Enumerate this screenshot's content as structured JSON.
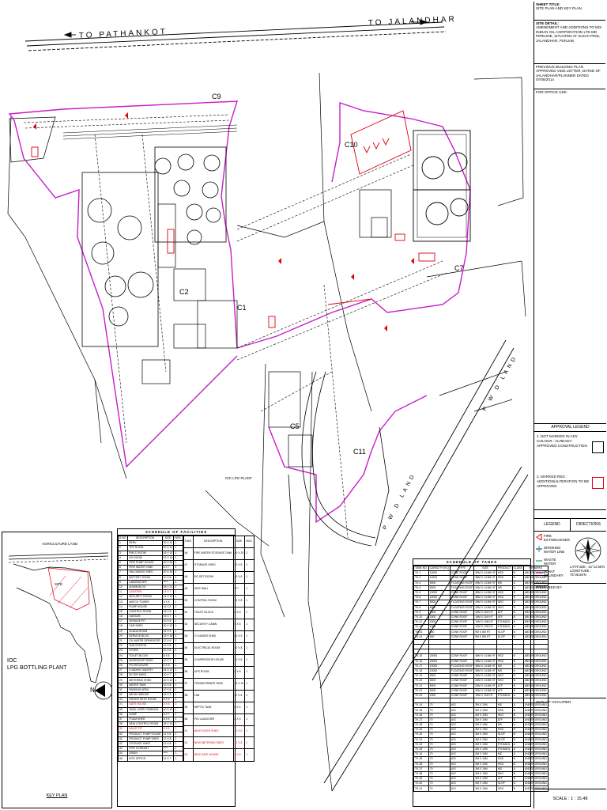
{
  "roads": {
    "top_left": "TO PATHANKOT",
    "top_right": "TO JALANDHAR",
    "pwd_land_right": "P W D LAND",
    "pwd_land_lower": "P W D LAND",
    "lpg_plant": "IOC LPG PLANT"
  },
  "labels": {
    "c1": "C1",
    "c2": "C2",
    "c5": "C5",
    "c7": "C7",
    "c9": "C9",
    "c10": "C10",
    "c11": "C11"
  },
  "title_block": {
    "sheet_title_label": "SHEET TITLE:",
    "sheet_title": "SITE PLAN AND KEY PLAN",
    "site_detail_label": "SITE DETAIL:",
    "site_detail": "AMENDMENT AND ADDITIONS TO M/S INDIAN OIL CORPORATION LTD MD PIPELINE, SITUATED AT SUCHI PIND, JALANDHAR, PUNJAB",
    "previous_plan": "PREVIOUS BUILDING PLAN APPROVED VIDE LETTER, DATED OF JALANDHAR/PLANNER DATED 07/08/2014",
    "office_use": "FOR OFFICE USE:",
    "approval_legend": "APPROVAL LEGEND",
    "approval_1": "1.  NOT MARKED IN ANY COLOUR : ALREADY APPROVED CONSTRUCTION",
    "approval_2": "2.  MARKED RED : ADDITION/ALTERATION TO BE APPROVED",
    "legend": "LEGEND",
    "directions": "DIRECTIONS",
    "legend_items": [
      "FIRE EXTINGUISHER",
      "DRINKING WATER LINE",
      "WASTE WATER",
      "PLANT BOUNDARY"
    ],
    "latitude": "LATITUDE : 31°12.55'N",
    "longitude": "LONGITUDE : 75°35.56'N",
    "prepared_by": "PREPARED BY:",
    "sign_occupier": "SIGN OF OCCUPIER",
    "scale": "SCALE  :  1 : 15,48"
  },
  "keyplan": {
    "title": "KEY PLAN",
    "agriculture": "AGRICULTURE LAND",
    "site": "SITE",
    "ioc": "IOC",
    "lpg": "LPG  BOTTLING  PLANT",
    "north": "N"
  },
  "schedule_facilities": {
    "caption": "SCHEDULE OF FACILITIES",
    "headers": [
      "S.NO.",
      "DESCRIPTION",
      "SIZE",
      "NOS."
    ],
    "rows": [
      [
        "1",
        "SERV",
        "20 X 12",
        "1"
      ],
      [
        "2",
        "TRF ROOM",
        "20 X 10",
        "1"
      ],
      [
        "3",
        "PMCC ROOM",
        "16 X 10",
        "1"
      ],
      [
        "4",
        "DG ROOM",
        "22 X 10",
        "1"
      ],
      [
        "5",
        "FIRE PUMP HOUSE",
        "40 X 30",
        "1"
      ],
      [
        "6",
        "FIRE WATER TANK",
        "8 X 7",
        "2"
      ],
      [
        "7",
        "UNLOADING SHED",
        "30 X 30",
        "1"
      ],
      [
        "8",
        "BATTERY ROOM",
        "10 X 8",
        "1"
      ],
      [
        "9",
        "LABORATORY",
        "****",
        "1"
      ],
      [
        "10",
        "ADMIN BLDG",
        "35 X 21",
        "1"
      ],
      [
        "11",
        "CANTEEN",
        "14 X 7",
        "1"
      ],
      [
        "12",
        "SECURITY ROOM",
        "24 X 10",
        "1"
      ],
      [
        "13",
        "WATCH TOWER",
        "5 X 5",
        "1"
      ],
      [
        "14",
        "PUMP HOUSE",
        "16 X 8",
        "1"
      ],
      [
        "15",
        "CONTROL ROOM",
        "16 X 6",
        "1"
      ],
      [
        "16",
        "GARAGE",
        "15 X 7",
        "1"
      ],
      [
        "17",
        "SEWAGE PIT",
        "10 X 6",
        "1"
      ],
      [
        "18",
        "CAR SHED",
        "30 X 12",
        "1"
      ],
      [
        "19",
        "SCADA ROOM",
        "14 X 9",
        "1"
      ],
      [
        "20",
        "SERVICE BLDG",
        "22 X 16",
        "1"
      ],
      [
        "21",
        "OIL WATER SEPARATOR",
        "12 X 6",
        "1"
      ],
      [
        "22",
        "SUB STATION",
        "10 X 8",
        "1"
      ],
      [
        "23",
        "STORE",
        "10 X 8",
        "1"
      ],
      [
        "24",
        "TOILET BLOCK",
        "8 X 5",
        "1"
      ],
      [
        "25",
        "WORKSHOP SHED",
        "10 X 7",
        "1"
      ],
      [
        "26",
        "PIG RECEIVER",
        "8 X 5",
        "1"
      ],
      [
        "27",
        "LOADING GANTRY",
        "44 X 11",
        "1"
      ],
      [
        "28",
        "FILTER SHED",
        "10 X 7",
        "1"
      ],
      [
        "29",
        "METERING SHED",
        "20 X 20",
        "1"
      ],
      [
        "30",
        "WATER TANK",
        "12 X 8",
        "1"
      ],
      [
        "31",
        "PARKING AREA",
        "10 X 8",
        "1"
      ],
      [
        "32",
        "WEIGH BRIDGE",
        "18 X 3",
        "1"
      ],
      [
        "33",
        "DRIVER REST ROOM",
        "8 X 5",
        "1"
      ],
      [
        "34",
        "GATE HOUSE",
        "8 X 5",
        "1"
      ],
      [
        "35",
        "TANK LORRY PARKING",
        "40 X 10",
        "1"
      ],
      [
        "36",
        "SUMP",
        "8 X 7",
        "1"
      ],
      [
        "37",
        "FOAM SHED",
        "8 X 5",
        "1"
      ],
      [
        "38",
        "NEW CONTROL ROOM",
        "26 X 14",
        "1"
      ],
      [
        "39",
        "VALVE PIT",
        "5 X 5",
        "1"
      ],
      [
        "40",
        "PRODUCT PUMP HOUSE",
        "12 X 8",
        "1"
      ],
      [
        "41",
        "PRODUCT PUMP SHED",
        "12 X 8",
        "1"
      ],
      [
        "42",
        "STORAGE SHED",
        "12 X 8",
        "1"
      ],
      [
        "43",
        "FIRE HYDRANT",
        "****",
        "1"
      ],
      [
        "44",
        "DRAIN",
        "****",
        "1"
      ],
      [
        "45",
        "SITE OFFICE",
        "12 X 7",
        "1"
      ]
    ],
    "red_rows": [
      10,
      33,
      38
    ],
    "rows2": [
      [
        "46",
        "FIRE WATER STORAGE TANK",
        "20 X 20",
        "2"
      ],
      [
        "47",
        "STORAGE SHED",
        "10 X 6",
        "1"
      ],
      [
        "48",
        "DG SET ROOM",
        "10 X 6",
        "1"
      ],
      [
        "49",
        "DIKE WALL",
        "****",
        "1"
      ],
      [
        "50",
        "CONTROL ROOM",
        "12 X 8",
        "1"
      ],
      [
        "51",
        "TOILET BLOCK",
        "8 X 5",
        "1"
      ],
      [
        "52",
        "SECURITY CABIN",
        "5 X 5",
        "1"
      ],
      [
        "53",
        "CYLINDER SHED",
        "20 X 9",
        "1"
      ],
      [
        "54",
        "ELECTRICAL ROOM",
        "10 X 8",
        "1"
      ],
      [
        "55",
        "COMPRESSOR HOUSE",
        "12 X 8",
        "1"
      ],
      [
        "56",
        "UPS ROOM",
        "8 X 6",
        "1"
      ],
      [
        "57",
        "TRANSFORMER YARD",
        "16 X 10",
        "1"
      ],
      [
        "58",
        "LAB",
        "10 X 6",
        "1"
      ],
      [
        "59",
        "SEPTIC TANK",
        "8 X 4",
        "1"
      ],
      [
        "60",
        "PIG LAUNCHER",
        "8 X 5",
        "1"
      ],
      [
        "61",
        "NEW FILTER SHED",
        "10 X 6",
        "1"
      ],
      [
        "62",
        "NEW METERING SHED",
        "12 X 8",
        "1"
      ],
      [
        "63",
        "NEW GATE HOUSE",
        "8 X 5",
        "1"
      ]
    ],
    "red_rows2": [
      15,
      16,
      17
    ]
  },
  "schedule_tanks": {
    "caption": "SCHEDULE OF TANKS",
    "headers": [
      "TANK NO.",
      "CAPACITY (KL)",
      "TYPE",
      "SIZE",
      "PRODUCT",
      "CLASS",
      "REMARKS"
    ],
    "rows": [
      [
        "TK-1",
        "10000",
        "CONE ROOF",
        "38M X 14.5M HT",
        "HSD",
        "B",
        "ABOVE GROUND"
      ],
      [
        "TK-2",
        "10000",
        "CONE ROOF",
        "38M X 14.5M HT",
        "HSD",
        "B",
        "ABOVE GROUND"
      ],
      [
        "TK-3",
        "5000",
        "FLOATING ROOF",
        "26M X 14.5M HT",
        "MS",
        "A",
        "ABOVE GROUND"
      ],
      [
        "TK-4",
        "5000",
        "FLOATING ROOF",
        "26M X 14.5M HT",
        "MS",
        "A",
        "ABOVE GROUND"
      ],
      [
        "TK-5",
        "10000",
        "CONE ROOF",
        "38M X 14.5M HT",
        "HSD",
        "B",
        "ABOVE GROUND"
      ],
      [
        "TK-6",
        "10000",
        "CONE ROOF",
        "38M X 14.5M HT",
        "HSD",
        "B",
        "ABOVE GROUND"
      ],
      [
        "TK-7",
        "5000",
        "FLOATING ROOF",
        "26M X 14.5M HT",
        "SKO",
        "B",
        "ABOVE GROUND"
      ],
      [
        "TK-8",
        "5000",
        "FLOATING ROOF",
        "26M X 14.5M HT",
        "SKO",
        "B",
        "ABOVE GROUND"
      ],
      [
        "TK-9",
        "2000",
        "CONE ROOF",
        "16M X 11M HT",
        "ATF",
        "B",
        "ABOVE GROUND"
      ],
      [
        "TK-10",
        "2000",
        "CONE ROOF",
        "16M X 11M HT",
        "ATF",
        "B",
        "ABOVE GROUND"
      ],
      [
        "TK-11",
        "1500",
        "CONE ROOF",
        "14M X 10M HT",
        "ETHANOL",
        "A",
        "ABOVE GROUND"
      ],
      [
        "TK-12",
        "1500",
        "CONE ROOF",
        "14M X 10M HT",
        "ETHANOL",
        "A",
        "ABOVE GROUND"
      ],
      [
        "TK-13",
        "500",
        "CONE ROOF",
        "9M X 8M HT",
        "SLOP",
        "B",
        "ABOVE GROUND"
      ],
      [
        "TK-14",
        "500",
        "CONE ROOF",
        "9M X 8M HT",
        "SLOP",
        "B",
        "ABOVE GROUND"
      ],
      [
        "",
        "",
        "",
        "",
        "",
        "",
        ""
      ],
      [
        "",
        "",
        "",
        "",
        "",
        "",
        ""
      ],
      [
        "",
        "",
        "",
        "",
        "",
        "",
        ""
      ],
      [
        "TK-15",
        "20000",
        "CONE ROOF",
        "48M X 14.5M HT",
        "HSD",
        "B",
        "ABOVE GROUND"
      ],
      [
        "TK-16",
        "20000",
        "CONE ROOF",
        "48M X 14.5M HT",
        "HSD",
        "B",
        "ABOVE GROUND"
      ],
      [
        "TK-17",
        "10000",
        "FLOATING ROOF",
        "38M X 14.5M HT",
        "MS",
        "A",
        "ABOVE GROUND"
      ],
      [
        "TK-18",
        "10000",
        "FLOATING ROOF",
        "38M X 14.5M HT",
        "MS",
        "A",
        "ABOVE GROUND"
      ],
      [
        "TK-19",
        "5000",
        "CONE ROOF",
        "26M X 14.5M HT",
        "SKO",
        "B",
        "ABOVE GROUND"
      ],
      [
        "TK-20",
        "5000",
        "CONE ROOF",
        "26M X 14.5M HT",
        "SKO",
        "B",
        "ABOVE GROUND"
      ],
      [
        "TK-21",
        "5000",
        "CONE ROOF",
        "26M X 14.5M HT",
        "ATF",
        "B",
        "ABOVE GROUND"
      ],
      [
        "TK-22",
        "5000",
        "CONE ROOF",
        "26M X 14.5M HT",
        "ATF",
        "B",
        "ABOVE GROUND"
      ],
      [
        "TK-23",
        "2000",
        "CONE ROOF",
        "16M X 11M HT",
        "ETHANOL",
        "A",
        "ABOVE GROUND"
      ],
      [
        "",
        "",
        "",
        "",
        "",
        "",
        ""
      ],
      [
        "TK-24",
        "70",
        "U/G",
        "3M X 10M",
        "MS",
        "A",
        "UNDER GROUND"
      ],
      [
        "TK-25",
        "70",
        "U/G",
        "3M X 10M",
        "HSD",
        "B",
        "UNDER GROUND"
      ],
      [
        "TK-26",
        "70",
        "U/G",
        "3M X 10M",
        "SKO",
        "B",
        "UNDER GROUND"
      ],
      [
        "TK-27",
        "70",
        "U/G",
        "3M X 10M",
        "ATF",
        "B",
        "UNDER GROUND"
      ],
      [
        "TK-28",
        "70",
        "U/G",
        "3M X 10M",
        "MS",
        "A",
        "UNDER GROUND"
      ],
      [
        "TK-29",
        "70",
        "U/G",
        "3M X 10M",
        "HSD",
        "B",
        "UNDER GROUND"
      ],
      [
        "TK-30",
        "70",
        "U/G",
        "3M X 10M",
        "SLOP",
        "B",
        "UNDER GROUND"
      ],
      [
        "TK-31",
        "70",
        "U/G",
        "3M X 10M",
        "SLOP",
        "B",
        "UNDER GROUND"
      ],
      [
        "TK-32",
        "70",
        "U/G",
        "3M X 10M",
        "ETHANOL",
        "A",
        "UNDER GROUND"
      ],
      [
        "TK-33",
        "70",
        "U/G",
        "3M X 10M",
        "ETHANOL",
        "A",
        "UNDER GROUND"
      ],
      [
        "TK-34",
        "70",
        "U/G",
        "3M X 10M",
        "MS",
        "A",
        "UNDER GROUND"
      ],
      [
        "TK-35",
        "70",
        "U/G",
        "3M X 10M",
        "HSD",
        "B",
        "UNDER GROUND"
      ],
      [
        "TK-36",
        "70",
        "U/G",
        "3M X 10M",
        "HSD",
        "B",
        "UNDER GROUND"
      ],
      [
        "TK-37",
        "70",
        "U/G",
        "3M X 10M",
        "MS",
        "A",
        "UNDER GROUND"
      ],
      [
        "TK-38",
        "70",
        "U/G",
        "3M X 10M",
        "SKO",
        "B",
        "UNDER GROUND"
      ],
      [
        "TK-39",
        "70",
        "U/G",
        "3M X 10M",
        "ATF",
        "B",
        "UNDER GROUND"
      ],
      [
        "TK-40",
        "70",
        "U/G",
        "3M X 10M",
        "SLOP",
        "B",
        "UNDER GROUND"
      ],
      [
        "TK-41",
        "70",
        "U/G",
        "3M X 10M",
        "HSD",
        "B",
        "UNDER GROUND"
      ]
    ]
  },
  "colors": {
    "boundary": "#c81ec8",
    "addition": "#e0000f",
    "drinking_water": "#1a3fd6",
    "waste_water": "#1aa54a",
    "line": "#000000"
  }
}
